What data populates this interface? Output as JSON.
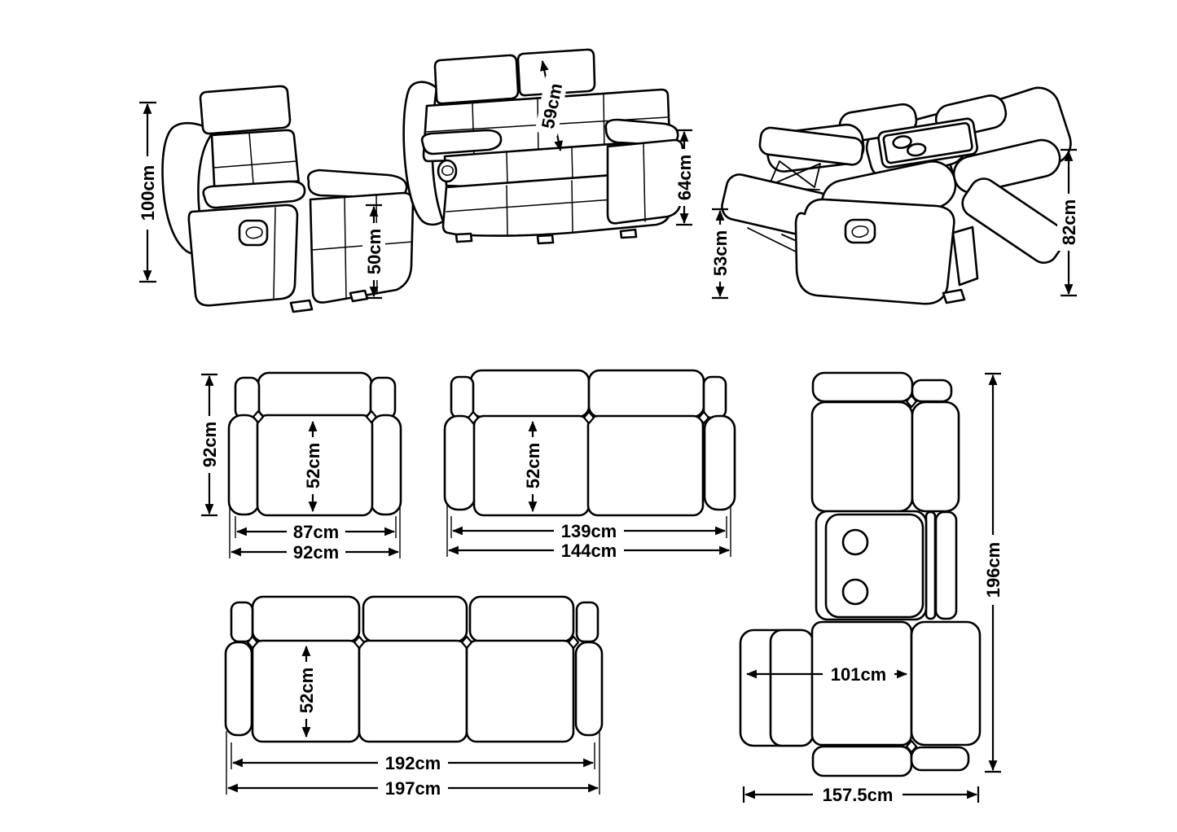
{
  "canvas": {
    "background": "#ffffff",
    "line_color": "#000000"
  },
  "views": {
    "armchair_front": {
      "height": "100cm",
      "seat_height": "50cm"
    },
    "loveseat_front": {
      "backrest_length": "59cm",
      "arm_height": "64cm"
    },
    "recliner_reclined": {
      "footrest_height": "53cm",
      "reclined_height": "82cm"
    },
    "armchair_top": {
      "depth": "92cm",
      "seat_depth": "52cm",
      "inner_width": "87cm",
      "overall_width": "92cm"
    },
    "loveseat_top": {
      "seat_depth": "52cm",
      "inner_width": "139cm",
      "overall_width": "144cm"
    },
    "sofa_top": {
      "seat_depth": "52cm",
      "inner_width": "192cm",
      "overall_width": "197cm"
    },
    "recliner_top": {
      "reclined_length": "196cm",
      "seat_width": "101cm",
      "overall_reclined_length": "157.5cm"
    }
  }
}
